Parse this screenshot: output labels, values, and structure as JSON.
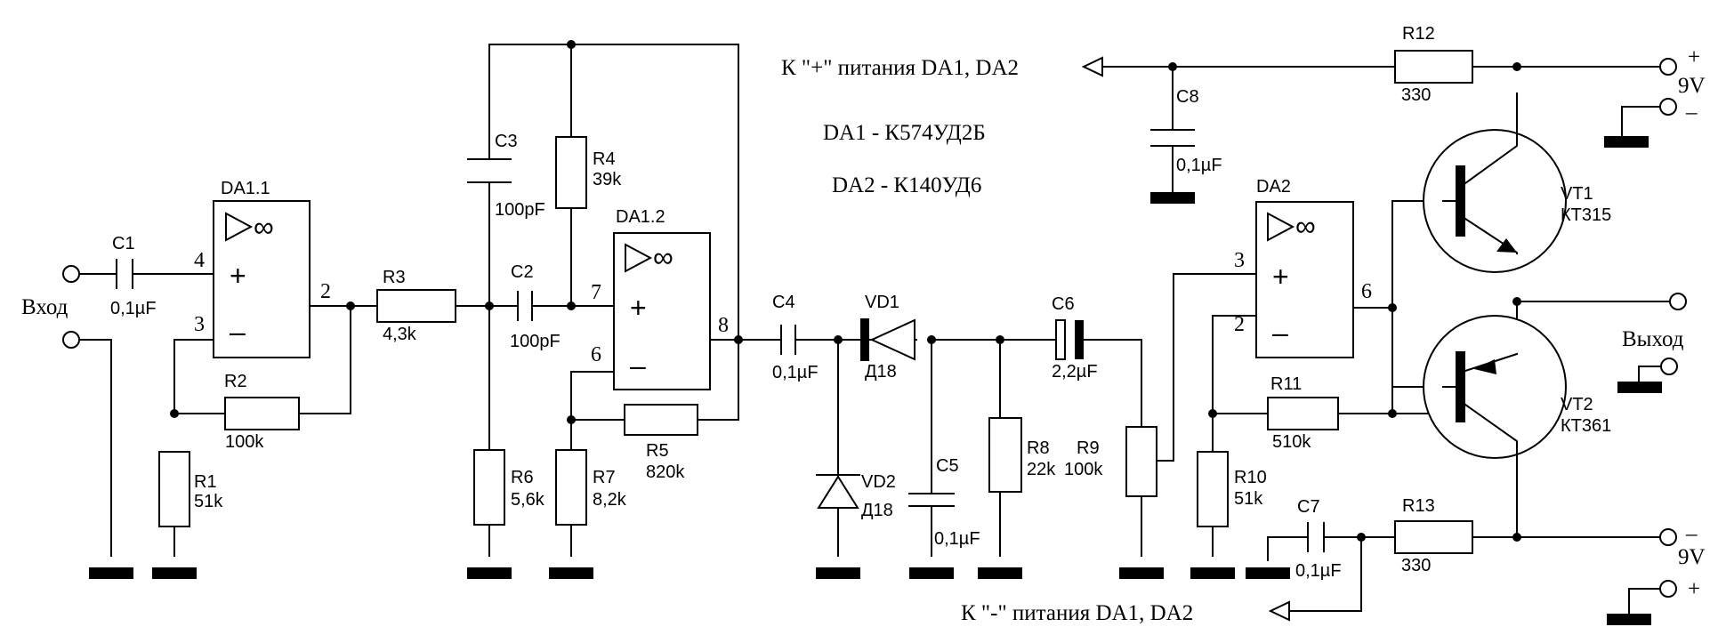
{
  "notes": {
    "plus_supply": "К \"+\" питания DA1, DA2",
    "minus_supply": "К \"-\" питания DA1, DA2",
    "da1_type": "DA1 - К574УД2Б",
    "da2_type": "DA2 - К140УД6"
  },
  "terminals": {
    "input": "Вход",
    "output": "Выход",
    "supply_top": "9V",
    "supply_bottom": "9V",
    "plus": "+",
    "minus": "–"
  },
  "opamps": [
    {
      "ref": "DA1.1",
      "in_plus": "4",
      "in_minus": "3",
      "out": "2"
    },
    {
      "ref": "DA1.2",
      "in_plus": "7",
      "in_minus": "6",
      "out": "8"
    },
    {
      "ref": "DA2",
      "in_plus": "3",
      "in_minus": "2",
      "out": "6"
    }
  ],
  "opamp_symbols": {
    "plus": "+",
    "minus": "–",
    "inf": "∞"
  },
  "components": {
    "C1": {
      "ref": "C1",
      "value": "0,1µF"
    },
    "C2": {
      "ref": "C2",
      "value": "100pF"
    },
    "C3": {
      "ref": "C3",
      "value": "100pF"
    },
    "C4": {
      "ref": "C4",
      "value": "0,1µF"
    },
    "C5": {
      "ref": "C5",
      "value": "0,1µF"
    },
    "C6": {
      "ref": "C6",
      "value": "2,2µF"
    },
    "C7": {
      "ref": "C7",
      "value": "0,1µF"
    },
    "C8": {
      "ref": "C8",
      "value": "0,1µF"
    },
    "R1": {
      "ref": "R1",
      "value": "51k"
    },
    "R2": {
      "ref": "R2",
      "value": "100k"
    },
    "R3": {
      "ref": "R3",
      "value": "4,3k"
    },
    "R4": {
      "ref": "R4",
      "value": "39k"
    },
    "R5": {
      "ref": "R5",
      "value": "820k"
    },
    "R6": {
      "ref": "R6",
      "value": "5,6k"
    },
    "R7": {
      "ref": "R7",
      "value": "8,2k"
    },
    "R8": {
      "ref": "R8",
      "value": "22k"
    },
    "R9": {
      "ref": "R9",
      "value": "100k"
    },
    "R10": {
      "ref": "R10",
      "value": "51k"
    },
    "R11": {
      "ref": "R11",
      "value": "510k"
    },
    "R12": {
      "ref": "R12",
      "value": "330"
    },
    "R13": {
      "ref": "R13",
      "value": "330"
    },
    "VD1": {
      "ref": "VD1",
      "value": "Д18"
    },
    "VD2": {
      "ref": "VD2",
      "value": "Д18"
    },
    "VT1": {
      "ref": "VT1",
      "value": "КТ315"
    },
    "VT2": {
      "ref": "VT2",
      "value": "КТ361"
    }
  }
}
